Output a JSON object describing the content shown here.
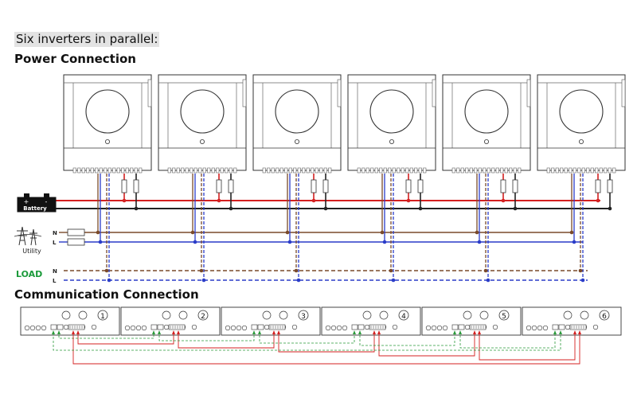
{
  "headings": {
    "intro": "Six inverters in parallel:",
    "power": "Power Connection",
    "communication": "Communication Connection"
  },
  "battery": {
    "label": "Battery",
    "plus": "+",
    "minus": "-"
  },
  "utility": {
    "label": "Utility",
    "n": "N",
    "l": "L"
  },
  "load": {
    "label": "LOAD",
    "n": "N",
    "l": "L"
  },
  "inverters": [
    "1",
    "2",
    "3",
    "4",
    "5",
    "6"
  ],
  "colors": {
    "positive": "#d42020",
    "negative": "#222222",
    "neutral": "#7a4a2a",
    "live": "#2a3cc8",
    "load_label": "#1a9a3a",
    "comm_current_share": "#d42020",
    "comm_parallel": "#2a9a3a"
  }
}
